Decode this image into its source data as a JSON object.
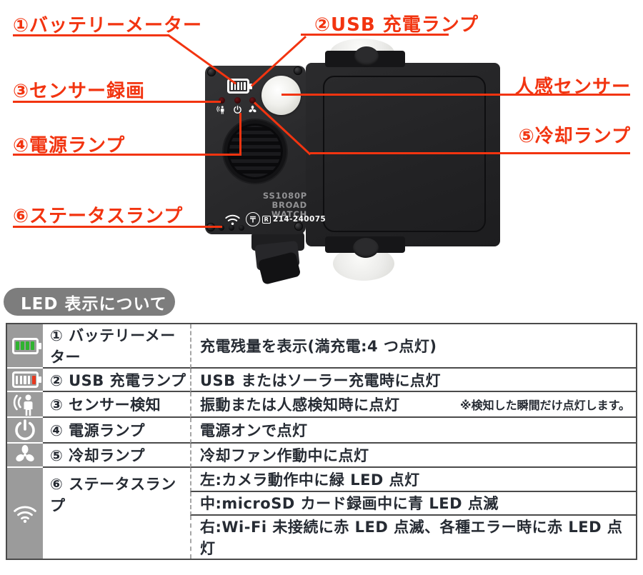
{
  "colors": {
    "accent": "#f23410",
    "table_text": "#262b33",
    "icon_column_bg": "#9b9b9b",
    "battery_green": "#2fb32f",
    "charge_red": "#e8391f",
    "pill_bg": "#7d7d7d"
  },
  "callouts": {
    "battery_meter": "①バッテリーメーター",
    "usb_charge": "②USB 充電ランプ",
    "sensor_rec": "③センサー録画",
    "human_sensor": "人感センサー",
    "power_lamp": "④電源ランプ",
    "cooling_lamp": "⑤冷却ランプ",
    "status_lamp": "⑥ステータスランプ"
  },
  "device": {
    "model": "SS1080P",
    "brand": "BROAD WATCH",
    "cert_mark_glyph": "〒",
    "cert_r_label": "R",
    "cert_number": "214-240075"
  },
  "section_title": "LED 表示について",
  "table": {
    "rows": [
      {
        "icon": "battery-green-icon",
        "label": "① バッテリーメーター",
        "desc": "充電残量を表示(満充電:4 つ点灯)"
      },
      {
        "icon": "battery-charge-icon",
        "label": "② USB 充電ランプ",
        "desc": "USB またはソーラー充電時に点灯"
      },
      {
        "icon": "motion-detect-icon",
        "label": "③ センサー検知",
        "desc": "振動または人感検知時に点灯",
        "note": "※検知した瞬間だけ点灯します。"
      },
      {
        "icon": "power-icon",
        "label": "④ 電源ランプ",
        "desc": "電源オンで点灯"
      },
      {
        "icon": "fan-icon",
        "label": "⑤ 冷却ランプ",
        "desc": "冷却ファン作動中に点灯"
      },
      {
        "icon": "wifi-icon",
        "label": "⑥ ステータスランプ",
        "descs": [
          "左:カメラ動作中に緑 LED 点灯",
          "中:microSD カード録画中に青 LED 点滅",
          "右:Wi-Fi 未接続に赤 LED 点滅、各種エラー時に赤 LED 点灯"
        ]
      }
    ]
  }
}
